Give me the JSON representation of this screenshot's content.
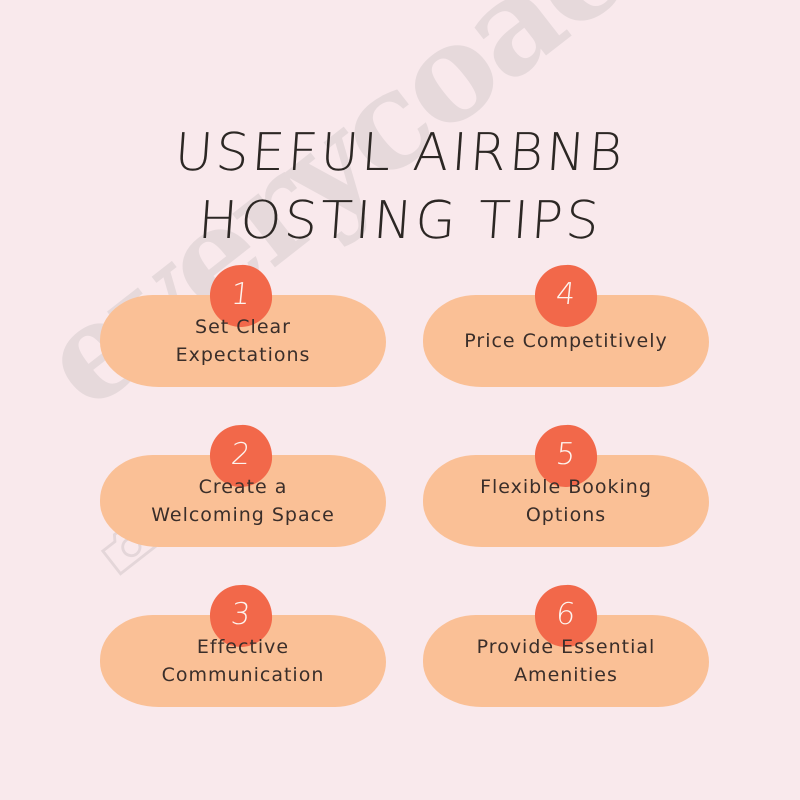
{
  "title": {
    "line1": "USEFUL AIRBNB",
    "line2": "HOSTING TIPS"
  },
  "watermark": {
    "text": "everycoach",
    "mark_icon": "camera-logo-icon"
  },
  "colors": {
    "background": "#F9E9EC",
    "pill": "#FAC096",
    "badge": "#F2684A",
    "badge_number": "#FDF4EF",
    "card_text": "#3A2E2A",
    "title_text": "#2C2724",
    "watermark": "#CDC4C6"
  },
  "tips": [
    {
      "number": "1",
      "line1": "Set Clear",
      "line2": "Expectations",
      "column": "left",
      "row": 1
    },
    {
      "number": "2",
      "line1": "Create a",
      "line2": "Welcoming Space",
      "column": "left",
      "row": 2
    },
    {
      "number": "3",
      "line1": "Effective",
      "line2": "Communication",
      "column": "left",
      "row": 3
    },
    {
      "number": "4",
      "line1": "Price Competitively",
      "line2": "",
      "column": "right",
      "row": 1
    },
    {
      "number": "5",
      "line1": "Flexible Booking",
      "line2": "Options",
      "column": "right",
      "row": 2
    },
    {
      "number": "6",
      "line1": "Provide Essential",
      "line2": "Amenities",
      "column": "right",
      "row": 3
    }
  ]
}
